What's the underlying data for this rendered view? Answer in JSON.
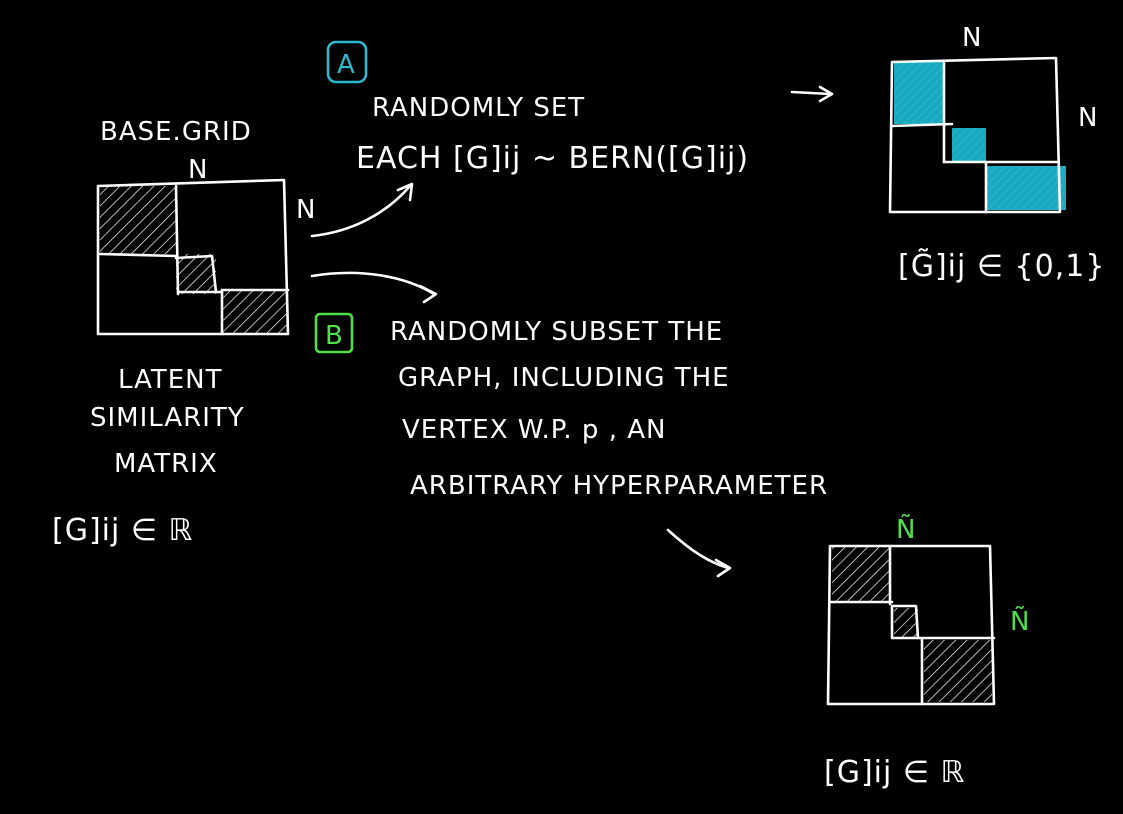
{
  "colors": {
    "background": "#000000",
    "ink": "#ffffff",
    "accent_a": "#2bb8cc",
    "accent_b": "#4ee04a",
    "fill_a": "#1aa9bf"
  },
  "base": {
    "title": "BASE.GRID",
    "dim_top": "N",
    "dim_side": "N",
    "caption_lines": [
      "LATENT",
      "SIMILARITY",
      "MATRIX"
    ],
    "domain": "[G]ij ∈ ℝ"
  },
  "step_a": {
    "badge": "A",
    "text_line1": "RANDOMLY SET",
    "text_line2": "EACH [G]ij ~ BERN([G]ij)",
    "dim_top": "N",
    "dim_side": "N",
    "domain": "[G̃]ij ∈ {0,1}"
  },
  "step_b": {
    "badge": "B",
    "text_lines": [
      "RANDOMLY SUBSET THE",
      "GRAPH, INCLUDING THE",
      "VERTEX W.P. p , AN",
      "ARBITRARY HYPERPARAMETER"
    ],
    "dim_top": "Ñ",
    "dim_side": "Ñ",
    "domain": "[G]ij ∈ ℝ"
  }
}
